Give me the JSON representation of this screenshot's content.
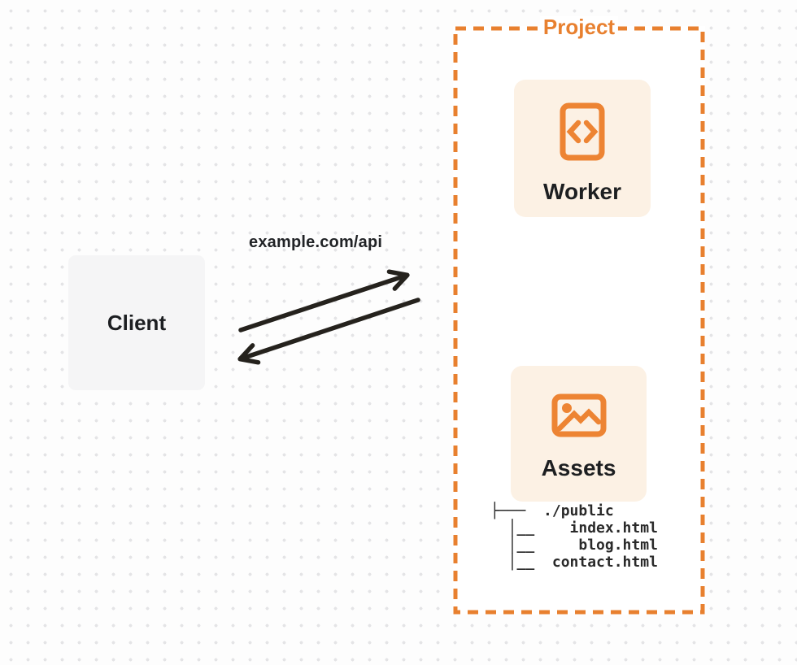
{
  "client": {
    "label": "Client"
  },
  "request": {
    "label": "example.com/api"
  },
  "project": {
    "label": "Project",
    "worker": {
      "label": "Worker",
      "icon": "code-icon"
    },
    "assets": {
      "label": "Assets",
      "icon": "image-icon"
    },
    "file_tree": [
      "├───  ./public",
      "  │__    index.html",
      "  │__     blog.html",
      "  │__  contact.html"
    ]
  },
  "colors": {
    "accent_orange": "#E8802F",
    "card_cream": "#FCF1E4",
    "client_gray": "#F5F5F6",
    "arrow_dark": "#25221D",
    "text_dark": "#1D1F21",
    "dot_grid": "#E4E4E6"
  }
}
